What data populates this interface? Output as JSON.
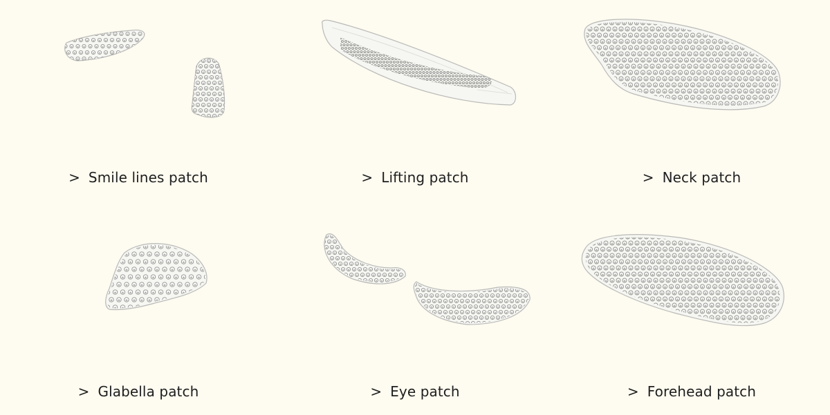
{
  "prefix_symbol": ">",
  "patches": [
    {
      "label": "Smile lines patch",
      "icon": "smile-lines-patch-image"
    },
    {
      "label": "Lifting patch",
      "icon": "lifting-patch-image"
    },
    {
      "label": "Neck patch",
      "icon": "neck-patch-image"
    },
    {
      "label": "Glabella patch",
      "icon": "glabella-patch-image"
    },
    {
      "label": "Eye patch",
      "icon": "eye-patch-image"
    },
    {
      "label": "Forehead patch",
      "icon": "forehead-patch-image"
    }
  ],
  "colors": {
    "background": "#fefbf0",
    "text": "#1e1e1e",
    "patch_fill": "#f6f6f3",
    "patch_stroke": "#b9b9b6",
    "dot": "#8f8f8c"
  }
}
